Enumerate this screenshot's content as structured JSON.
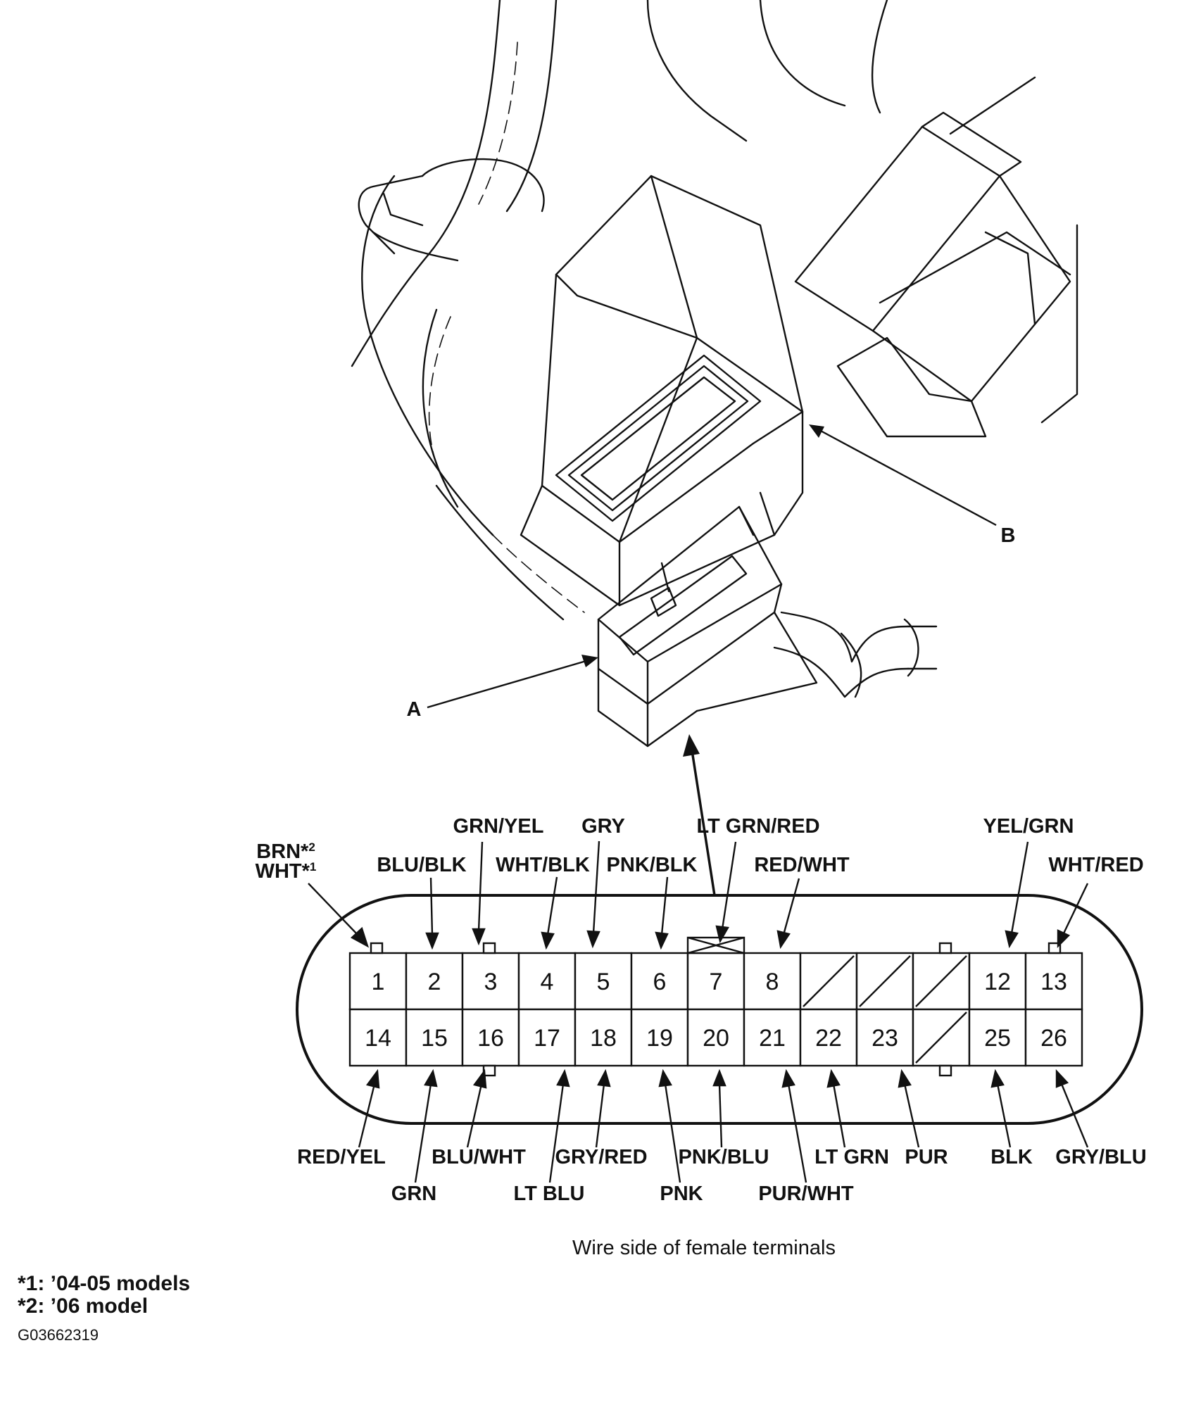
{
  "callouts": {
    "a": "A",
    "b": "B"
  },
  "pins_top": [
    "1",
    "2",
    "3",
    "4",
    "5",
    "6",
    "7",
    "8",
    "",
    "",
    "",
    "12",
    "13"
  ],
  "pins_bottom": [
    "14",
    "15",
    "16",
    "17",
    "18",
    "19",
    "20",
    "21",
    "22",
    "23",
    "",
    "25",
    "26"
  ],
  "wires_top": {
    "p1_line1": "BRN*",
    "p1_line1_sup": "2",
    "p1_line2": "WHT*",
    "p1_line2_sup": "1",
    "p2": "BLU/BLK",
    "p3": "GRN/YEL",
    "p4": "WHT/BLK",
    "p5": "GRY",
    "p6": "PNK/BLK",
    "p7": "LT GRN/RED",
    "p8": "RED/WHT",
    "p12": "YEL/GRN",
    "p13": "WHT/RED"
  },
  "wires_bottom": {
    "p14": "RED/YEL",
    "p15": "GRN",
    "p16": "BLU/WHT",
    "p17": "LT BLU",
    "p18": "GRY/RED",
    "p19": "PNK",
    "p20": "PNK/BLU",
    "p21": "PUR/WHT",
    "p22": "LT GRN",
    "p23": "PUR",
    "p25": "BLK",
    "p26": "GRY/BLU"
  },
  "caption": "Wire side of female terminals",
  "notes": [
    "*1: ’04-05 models",
    "*2: ’06 model"
  ],
  "figure_code": "G03662319"
}
